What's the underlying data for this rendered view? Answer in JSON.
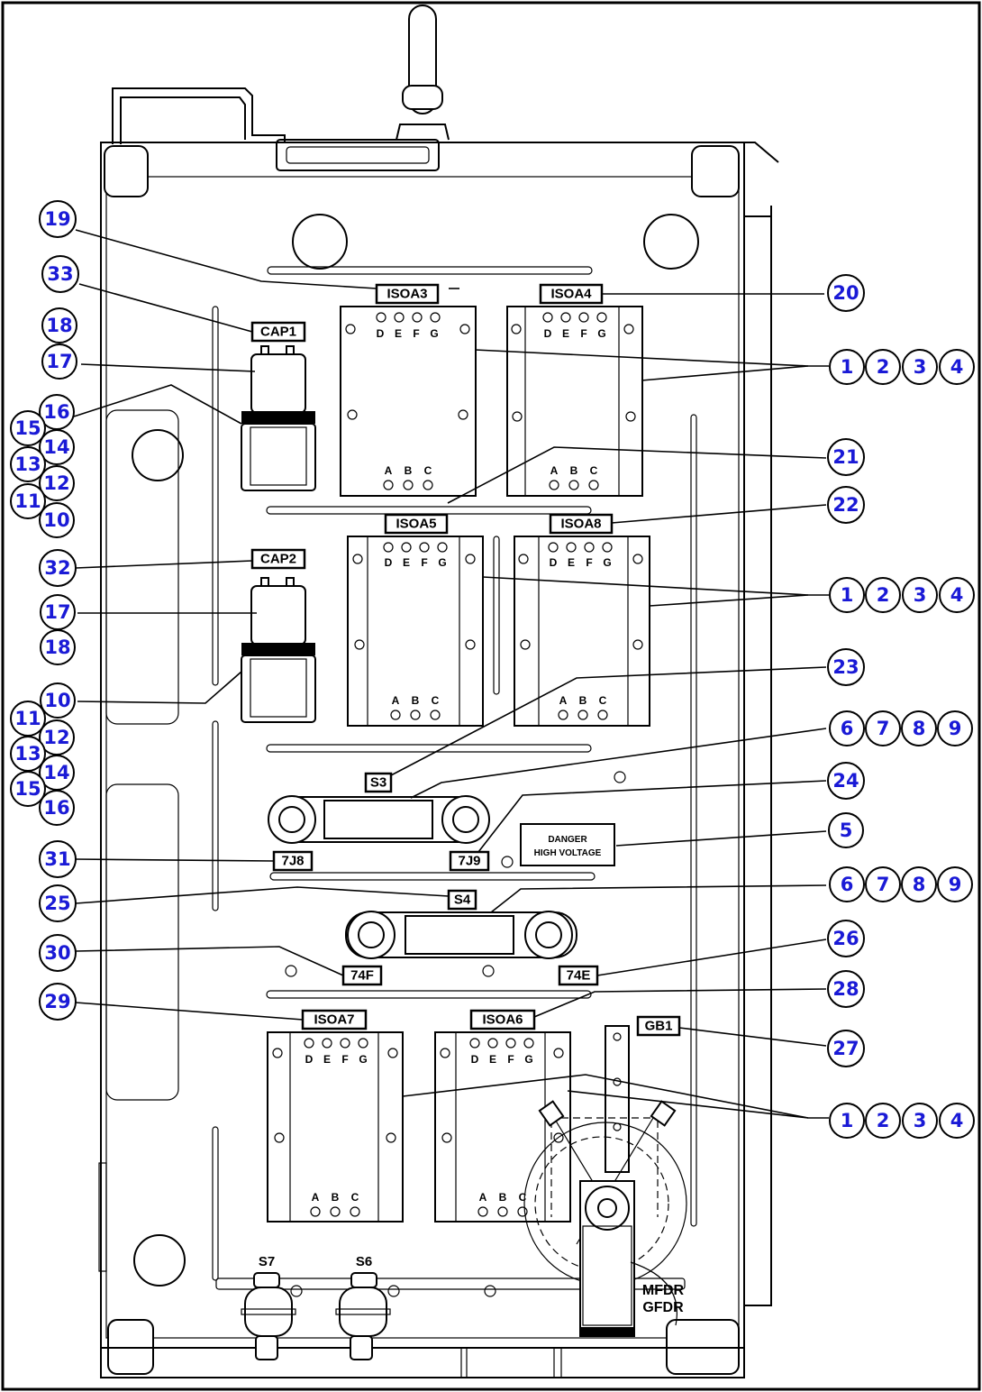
{
  "panel_labels": {
    "isoa3": "ISOA3",
    "isoa4": "ISOA4",
    "isoa5": "ISOA5",
    "isoa6": "ISOA6",
    "isoa7": "ISOA7",
    "isoa8": "ISOA8",
    "cap1": "CAP1",
    "cap2": "CAP2",
    "s3": "S3",
    "s4": "S4",
    "s6": "S6",
    "s7": "S7",
    "j7j8": "7J8",
    "j7j9": "7J9",
    "f74": "74F",
    "e74": "74E",
    "gb1": "GB1",
    "mfdr": "MFDR",
    "gfdr": "GFDR",
    "danger_line1": "DANGER",
    "danger_line2": "HIGH VOLTAGE",
    "terminals_top": [
      "D",
      "E",
      "F",
      "G"
    ],
    "terminals_bottom": [
      "A",
      "B",
      "C"
    ]
  },
  "callouts": {
    "c19": "19",
    "c33": "33",
    "c18a": "18",
    "c17a": "17",
    "c16a": "16",
    "c15a": "15",
    "c14a": "14",
    "c13a": "13",
    "c12a": "12",
    "c11a": "11",
    "c10a": "10",
    "c32": "32",
    "c17b": "17",
    "c18b": "18",
    "c10b": "10",
    "c11b": "11",
    "c12b": "12",
    "c13b": "13",
    "c14b": "14",
    "c15b": "15",
    "c16b": "16",
    "c31": "31",
    "c25": "25",
    "c30": "30",
    "c29": "29",
    "c20": "20",
    "c21": "21",
    "c22": "22",
    "c23": "23",
    "c24": "24",
    "c5": "5",
    "c26": "26",
    "c28": "28",
    "c27": "27",
    "r1_1": "1",
    "r1_2": "2",
    "r1_3": "3",
    "r1_4": "4",
    "r2_1": "1",
    "r2_2": "2",
    "r2_3": "3",
    "r2_4": "4",
    "r3_1": "1",
    "r3_2": "2",
    "r3_3": "3",
    "r3_4": "4",
    "r4_6": "6",
    "r4_7": "7",
    "r4_8": "8",
    "r4_9": "9",
    "r5_6": "6",
    "r5_7": "7",
    "r5_8": "8",
    "r5_9": "9"
  }
}
